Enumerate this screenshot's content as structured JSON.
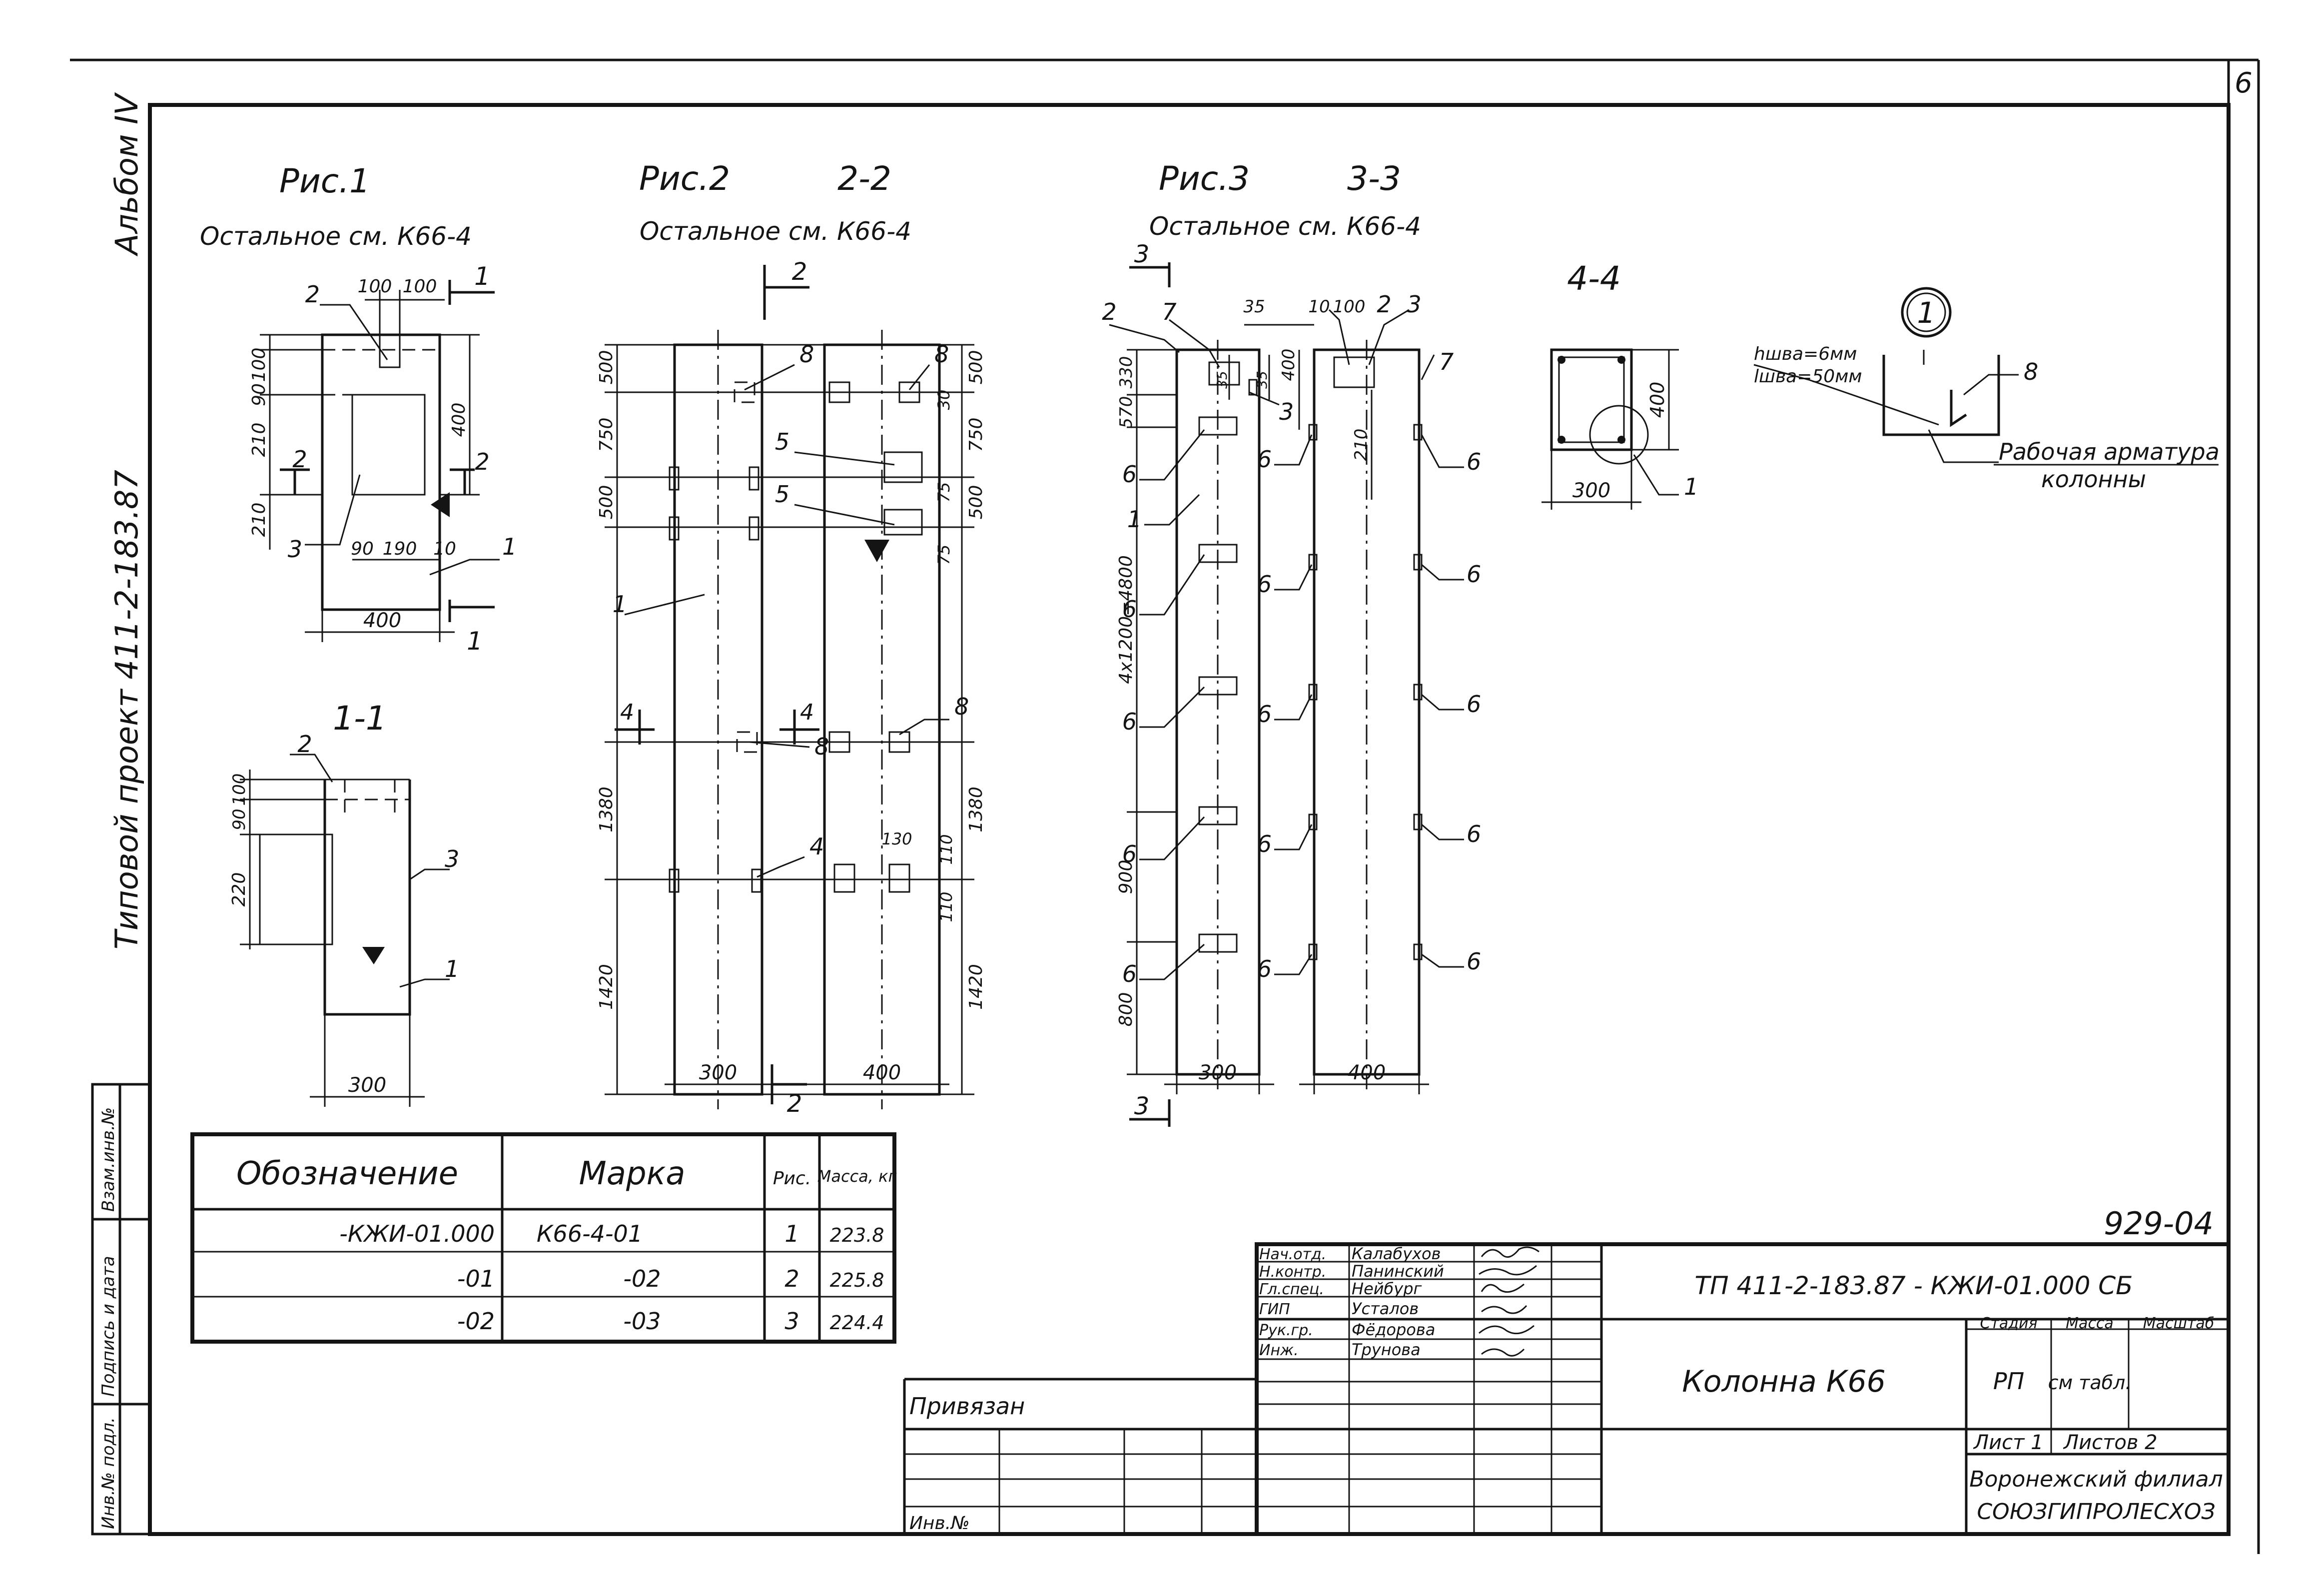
{
  "sheet_number": "6",
  "album": "Альбом IV",
  "project": "Типовой проект 411-2-183.87",
  "side_labels": [
    "Взам.инв.№",
    "Подпись и дата",
    "Инв.№ подл."
  ],
  "fig1": {
    "title": "Рис.1",
    "note": "Остальное см. К66-4",
    "dims": [
      "100",
      "100",
      "100",
      "90",
      "210",
      "400",
      "210",
      "90",
      "190",
      "10",
      "400"
    ],
    "cut_mark": "1",
    "cut_mark_b": "2",
    "callouts": [
      "2",
      "3",
      "1"
    ]
  },
  "sec11": {
    "title": "1-1",
    "dims": [
      "100",
      "90",
      "220",
      "300"
    ],
    "callouts": [
      "2",
      "3",
      "1"
    ]
  },
  "fig2": {
    "title": "Рис.2",
    "section": "2-2",
    "note": "Остальное см. К66-4",
    "dims_left": [
      "500",
      "750",
      "500",
      "1380",
      "1420"
    ],
    "dims_right": [
      "500",
      "30",
      "750",
      "75",
      "500",
      "75",
      "1380",
      "130",
      "110",
      "110",
      "1420"
    ],
    "dims_bottom": [
      "300",
      "400"
    ],
    "cut_marks": [
      "2",
      "4",
      "4",
      "2"
    ],
    "callouts": [
      "8",
      "8",
      "5",
      "5",
      "1",
      "8",
      "8",
      "4"
    ]
  },
  "fig3": {
    "title": "Рис.3",
    "section": "3-3",
    "note": "Остальное см. К66-4",
    "dims_top": [
      "35",
      "10",
      "100"
    ],
    "dims_left": [
      "330",
      "570",
      "4x1200=4800",
      "900",
      "800"
    ],
    "dims_mid": [
      "35",
      "35",
      "400",
      "210"
    ],
    "dims_bottom": [
      "300",
      "400"
    ],
    "cut_marks": [
      "3",
      "3"
    ],
    "callouts": [
      "2",
      "7",
      "3",
      "2",
      "3",
      "7",
      "6",
      "1",
      "6",
      "6",
      "6",
      "6",
      "6",
      "6",
      "6",
      "6",
      "6",
      "6",
      "6",
      "6",
      "6"
    ]
  },
  "sec44": {
    "title": "4-4",
    "dims": [
      "400",
      "300"
    ],
    "callout": "1"
  },
  "node1": {
    "label": "1",
    "weld1": "hшва=6мм",
    "weld2": "lшва=50мм",
    "callout": "8",
    "caption1": "Рабочая арматура",
    "caption2": "колонны"
  },
  "spec_table": {
    "headers": [
      "Обозначение",
      "Марка",
      "Рис.",
      "Масса, кг"
    ],
    "rows": [
      [
        "-КЖИ-01.000",
        "К66-4-01",
        "1",
        "223.8"
      ],
      [
        "-01",
        "-02",
        "2",
        "225.8"
      ],
      [
        "-02",
        "-03",
        "3",
        "224.4"
      ]
    ]
  },
  "title_block": {
    "doc_number": "929-04",
    "code": "ТП 411-2-183.87 - КЖИ-01.000 СБ",
    "name": "Колонна К66",
    "stage_h": "Стадия",
    "mass_h": "Масса",
    "scale_h": "Масштаб",
    "stage": "РП",
    "mass": "см табл.",
    "sheet": "Лист 1",
    "sheets": "Листов 2",
    "org1": "Воронежский филиал",
    "org2": "СОЮЗГИПРОЛЕСХОЗ",
    "tied": "Привязан",
    "inv": "Инв.№",
    "staff": [
      [
        "Нач.отд.",
        "Калабухов"
      ],
      [
        "Н.контр.",
        "Панинский"
      ],
      [
        "Гл.спец.",
        "Нейбург"
      ],
      [
        "ГИП",
        "Усталов"
      ],
      [
        "Рук.гр.",
        "Фёдорова"
      ],
      [
        "Инж.",
        "Трунова"
      ]
    ]
  }
}
